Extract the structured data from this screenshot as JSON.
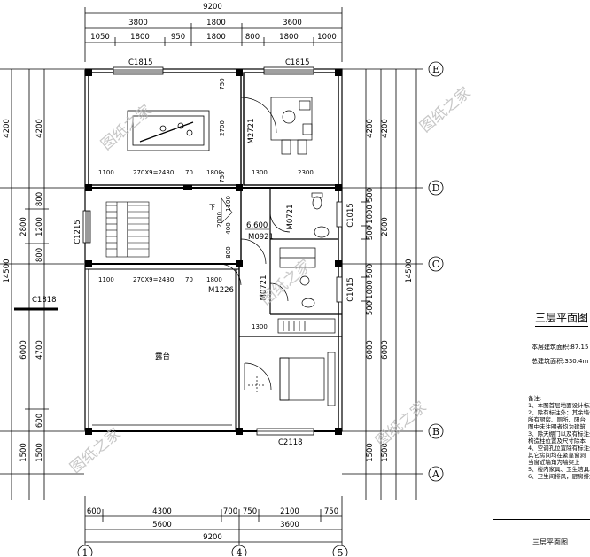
{
  "plan": {
    "top_overall": "9200",
    "top_row1": [
      "3800",
      "1800",
      "3600"
    ],
    "top_row2": [
      "1050",
      "1800",
      "950",
      "1800",
      "800",
      "1800",
      "1000"
    ],
    "bottom_row1": [
      "600",
      "4300",
      "700",
      "750",
      "2100",
      "750"
    ],
    "bottom_row2": [
      "5600",
      "3600"
    ],
    "bottom_overall": "9200",
    "left_outer": [
      "4200",
      "2800",
      "6000",
      "1500"
    ],
    "left_inner": [
      "4200",
      "800",
      "1200",
      "800",
      "4700",
      "600",
      "1500"
    ],
    "left_total": "14500",
    "right_inner": [
      "4200",
      "500",
      "1000",
      "500",
      "500",
      "1000",
      "500",
      "6000",
      "1500"
    ],
    "right_outer": [
      "2800"
    ],
    "right_total": "14500",
    "axes": [
      "E",
      "D",
      "C",
      "B",
      "A"
    ],
    "axes_bottom": [
      "1",
      "4",
      "5"
    ],
    "windows": {
      "w1": "C1815",
      "w2": "C1815",
      "w3": "C1215",
      "w4": "C1818",
      "w5": "C2118",
      "w6": "C1015",
      "w7": "C1015"
    },
    "doors": {
      "d1": "M2721",
      "d2": "M0721",
      "d3": "M0921",
      "d4": "M1226",
      "d5": "M0721"
    },
    "stairs": {
      "upper": "270X9=2430",
      "lower": "270X9=2430",
      "upper_l": "1100",
      "upper_r": "70",
      "upper_r2": "1800",
      "lower_l": "1100",
      "lower_r": "70",
      "lower_r2": "1800"
    },
    "room_dims": {
      "a": "1300",
      "b": "2300",
      "c": "1300",
      "d": "750",
      "e": "2700",
      "f": "750",
      "g": "1100",
      "h": "2000",
      "i": "400",
      "j": "800",
      "k": "1800"
    },
    "level": "6.600",
    "terrace": "露台",
    "up_mark": "下"
  },
  "watermark": "图纸之家",
  "side": {
    "title": "三层平面图",
    "area_label1": "本层建筑面积:",
    "area_val1": "87.15",
    "area_label2": "总建筑面积:",
    "area_val2": "330.4m",
    "notes_title": "备注:",
    "notes": [
      "1、本图首层地面设计标高",
      "2、除有标注外：其余墙体",
      "    所有厨房、厕所、阳台",
      "    图中未注明者均为建筑",
      "3、除天棚门以及有标注外",
      "    构造柱位置及尺寸除本",
      "4、空调孔位置除有标注外",
      "    其它房间均在紧靠窗洞",
      "    当窗近墙角为墙梁上",
      "5、楼内家具、卫生洁具、",
      "6、卫生间排风，厨房排烟口"
    ],
    "box_title": "三层平面图"
  }
}
